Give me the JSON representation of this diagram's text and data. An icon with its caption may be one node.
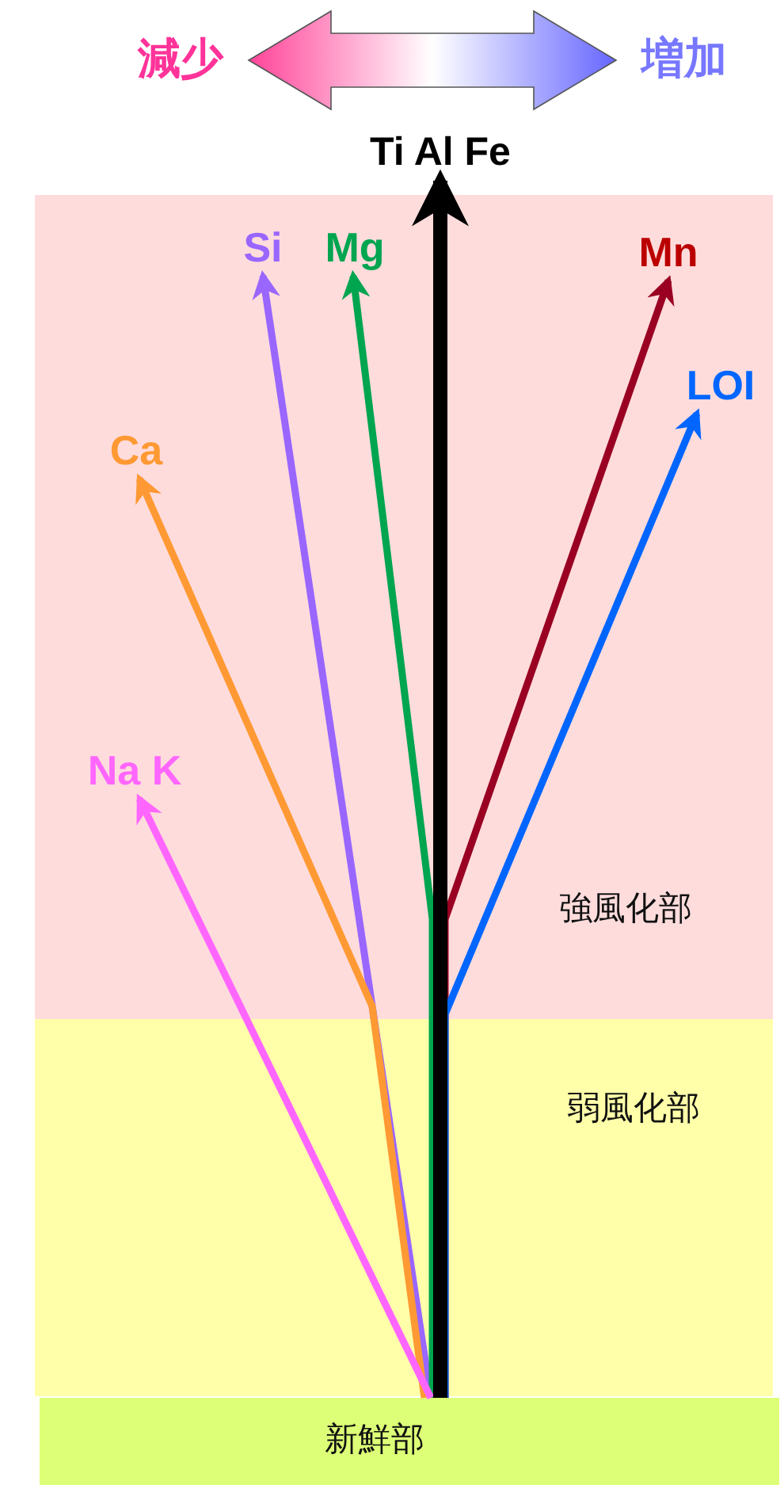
{
  "diagram": {
    "nodes": [
      {
        "text": [
          "減少"
        ]
      },
      {
        "text": [
          "増加"
        ]
      },
      {
        "text": [
          "Ti Al Fe"
        ]
      },
      {
        "text": [
          "Si"
        ]
      },
      {
        "text": [
          "Mg"
        ]
      },
      {
        "text": [
          "Mn"
        ]
      },
      {
        "text": [
          "LOI"
        ]
      },
      {
        "text": [
          "Ca"
        ]
      },
      {
        "text": [
          "Na K"
        ]
      },
      {
        "text": [
          "新鮮部"
        ]
      }
    ],
    "edges": [
      {
        "from": 0,
        "to": 1,
        "arrow": "both"
      },
      {
        "from": 9,
        "to": 2,
        "arrow": "to",
        "style": "thick",
        "color": "#000000"
      },
      {
        "from": 9,
        "to": 3,
        "arrow": "to",
        "color": "#9966ff"
      },
      {
        "from": 9,
        "to": 4,
        "arrow": "to",
        "color": "#00a550"
      },
      {
        "from": 9,
        "to": 5,
        "arrow": "to",
        "color": "#990022"
      },
      {
        "from": 9,
        "to": 6,
        "arrow": "to",
        "color": "#0066ff"
      },
      {
        "from": 9,
        "to": 7,
        "arrow": "to",
        "color": "#ff9933"
      },
      {
        "from": 9,
        "to": 8,
        "arrow": "to",
        "color": "#ff66ff"
      }
    ],
    "labels": [
      "強風化部",
      "弱風化部"
    ]
  }
}
